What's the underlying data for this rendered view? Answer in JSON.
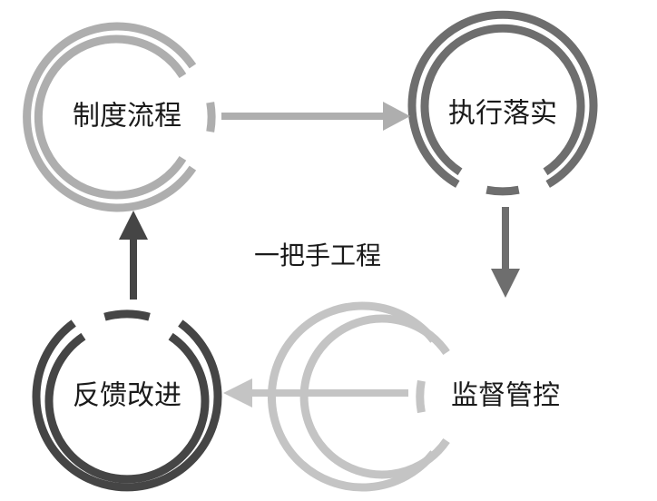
{
  "nodes": {
    "top_left": {
      "label": "制度流程",
      "color": "#aeaeae"
    },
    "top_right": {
      "label": "执行落实",
      "color": "#6e6e6e"
    },
    "bottom_right": {
      "label": "监督管控",
      "color": "#c4c4c4"
    },
    "bottom_left": {
      "label": "反馈改进",
      "color": "#454545"
    }
  },
  "center": {
    "label": "一把手工程"
  },
  "arrows": {
    "top": {
      "color": "#aeaeae"
    },
    "right": {
      "color": "#6e6e6e"
    },
    "bottom": {
      "color": "#c4c4c4"
    },
    "left": {
      "color": "#454545"
    }
  }
}
